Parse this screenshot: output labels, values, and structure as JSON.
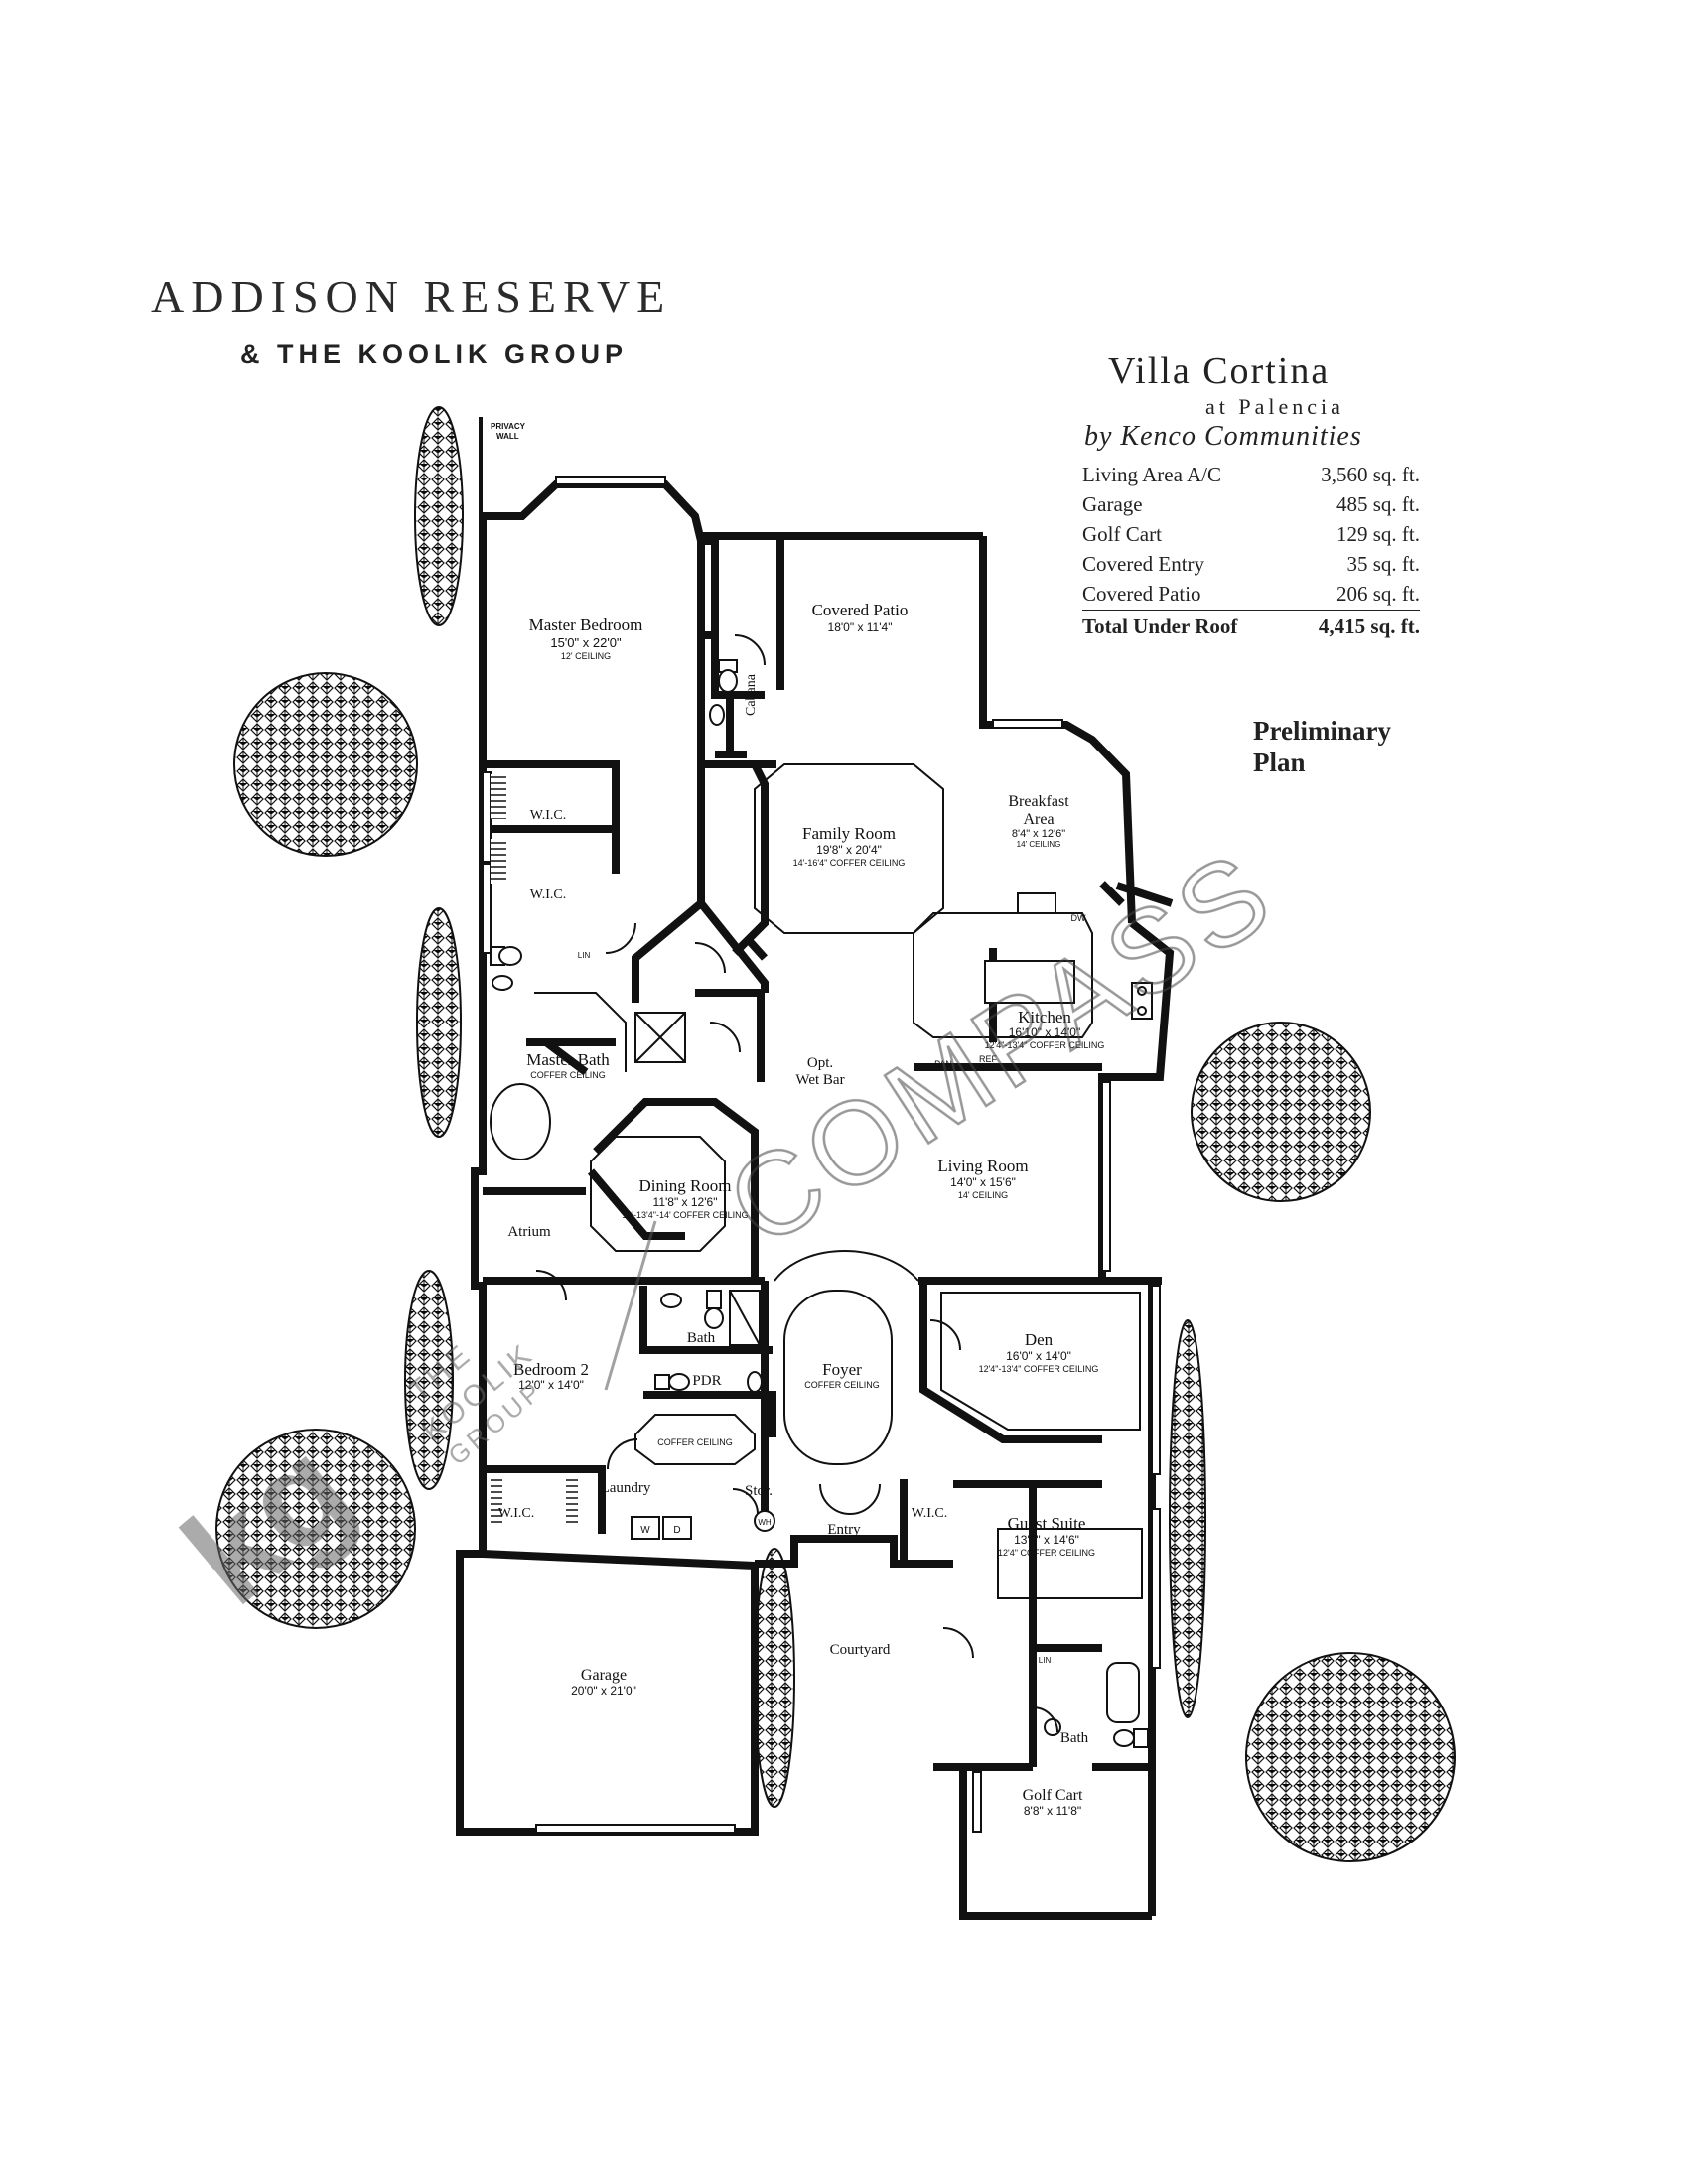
{
  "brand": {
    "title": "ADDISON RESERVE",
    "subtitle": "& THE KOOLIK GROUP"
  },
  "plan": {
    "name": "Villa Cortina",
    "location": "at Palencia",
    "builder": "by Kenco Communities",
    "status_line1": "Preliminary",
    "status_line2": "Plan"
  },
  "areas": [
    {
      "label": "Living Area A/C",
      "value": "3,560 sq. ft."
    },
    {
      "label": "Garage",
      "value": "485 sq. ft."
    },
    {
      "label": "Golf Cart",
      "value": "129 sq. ft."
    },
    {
      "label": "Covered Entry",
      "value": "35 sq. ft."
    },
    {
      "label": "Covered Patio",
      "value": "206 sq. ft."
    }
  ],
  "total": {
    "label": "Total Under Roof",
    "value": "4,415 sq. ft."
  },
  "rooms": {
    "privacy_wall_1": "PRIVACY",
    "privacy_wall_2": "WALL",
    "master_bedroom": {
      "name": "Master Bedroom",
      "dims": "15'0\" x 22'0\"",
      "note": "12' CEILING"
    },
    "covered_patio": {
      "name": "Covered Patio",
      "dims": "18'0\" x 11'4\""
    },
    "cabana": "Cabana",
    "family_room": {
      "name": "Family Room",
      "dims": "19'8\" x 20'4\"",
      "note": "14'-16'4\" COFFER CEILING"
    },
    "breakfast": {
      "name1": "Breakfast",
      "name2": "Area",
      "dims": "8'4\" x 12'6\"",
      "note": "14' CEILING"
    },
    "wic_1": "W.I.C.",
    "wic_2": "W.I.C.",
    "lin_1": "LIN",
    "dw": "DW",
    "kitchen": {
      "name": "Kitchen",
      "dims": "16'10\" x 14'0\"",
      "note": "12'4\"-13'4\" COFFER CEILING"
    },
    "pan": "PAN",
    "ref": "REF",
    "master_bath": {
      "name": "Master Bath",
      "note": "COFFER CEILING"
    },
    "wet_bar_1": "Opt.",
    "wet_bar_2": "Wet Bar",
    "dining_room": {
      "name": "Dining Room",
      "dims": "11'8\" x 12'6\"",
      "note": "12'-13'4\"-14' COFFER CEILING"
    },
    "living_room": {
      "name": "Living Room",
      "dims": "14'0\" x 15'6\"",
      "note": "14' CEILING"
    },
    "atrium": "Atrium",
    "bath_1": "Bath",
    "bedroom_2": {
      "name": "Bedroom 2",
      "dims": "12'0\" x 14'0\""
    },
    "pdr": "PDR",
    "foyer": {
      "name": "Foyer",
      "note": "COFFER CEILING"
    },
    "den": {
      "name": "Den",
      "dims": "16'0\" x 14'0\"",
      "note": "12'4\"-13'4\" COFFER CEILING"
    },
    "coffer_ceiling": "COFFER CEILING",
    "wic_3": "W.I.C.",
    "laundry": "Laundry",
    "w": "W",
    "d": "D",
    "stor": "Stor.",
    "wh": "WH",
    "entry": "Entry",
    "wic_4": "W.I.C.",
    "guest_suite": {
      "name": "Guest Suite",
      "dims": "13'8\" x 14'6\"",
      "note": "12'4\" COFFER CEILING"
    },
    "garage": {
      "name": "Garage",
      "dims": "20'0\" x 21'0\""
    },
    "courtyard": "Courtyard",
    "lin_2": "LIN",
    "bath_2": "Bath",
    "golf_cart": {
      "name": "Golf Cart",
      "dims": "8'8\" x 11'8\""
    }
  },
  "watermarks": {
    "compass": "COMPASS",
    "kg_logo": "kg",
    "koolik_line1": "THE",
    "koolik_line2": "KOOLIK",
    "koolik_line3": "GROUP"
  }
}
